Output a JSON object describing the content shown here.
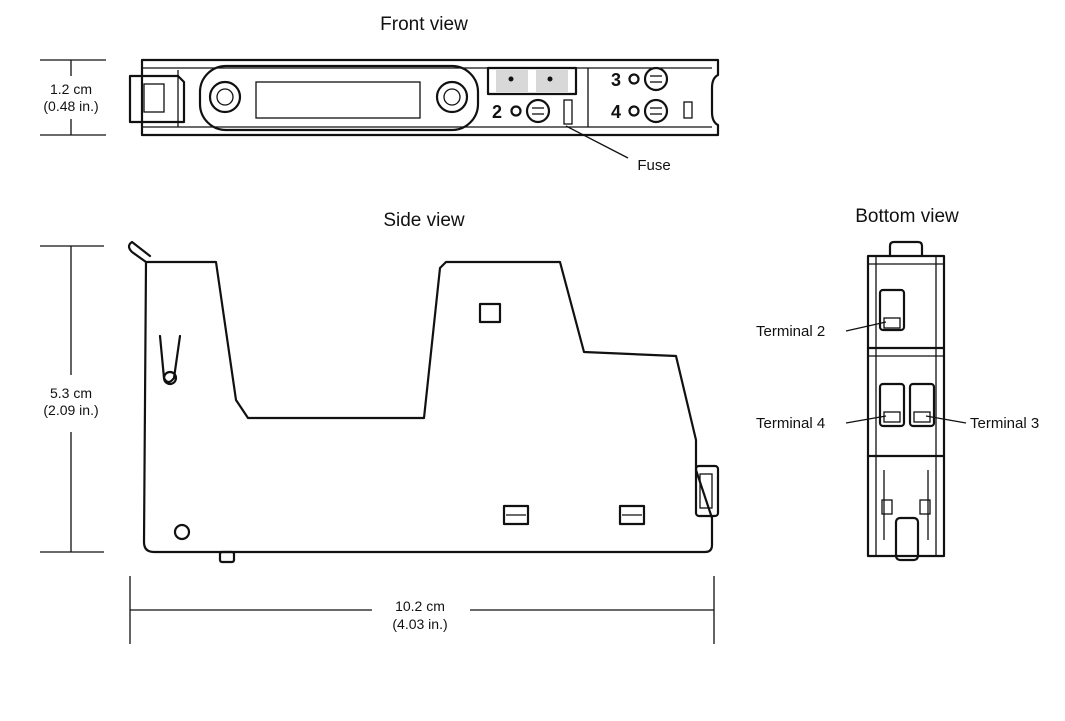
{
  "views": {
    "front": {
      "title": "Front view",
      "terminal_numbers": [
        "3",
        "4",
        "2"
      ]
    },
    "side": {
      "title": "Side view"
    },
    "bottom": {
      "title": "Bottom view"
    }
  },
  "dimensions": {
    "height_front": {
      "metric": "1.2 cm",
      "imperial": "(0.48 in.)"
    },
    "height_side": {
      "metric": "5.3 cm",
      "imperial": "(2.09 in.)"
    },
    "width": {
      "metric": "10.2 cm",
      "imperial": "(4.03 in.)"
    }
  },
  "callouts": {
    "fuse": "Fuse",
    "terminal_2": "Terminal 2",
    "terminal_4": "Terminal 4",
    "terminal_3": "Terminal 3"
  }
}
